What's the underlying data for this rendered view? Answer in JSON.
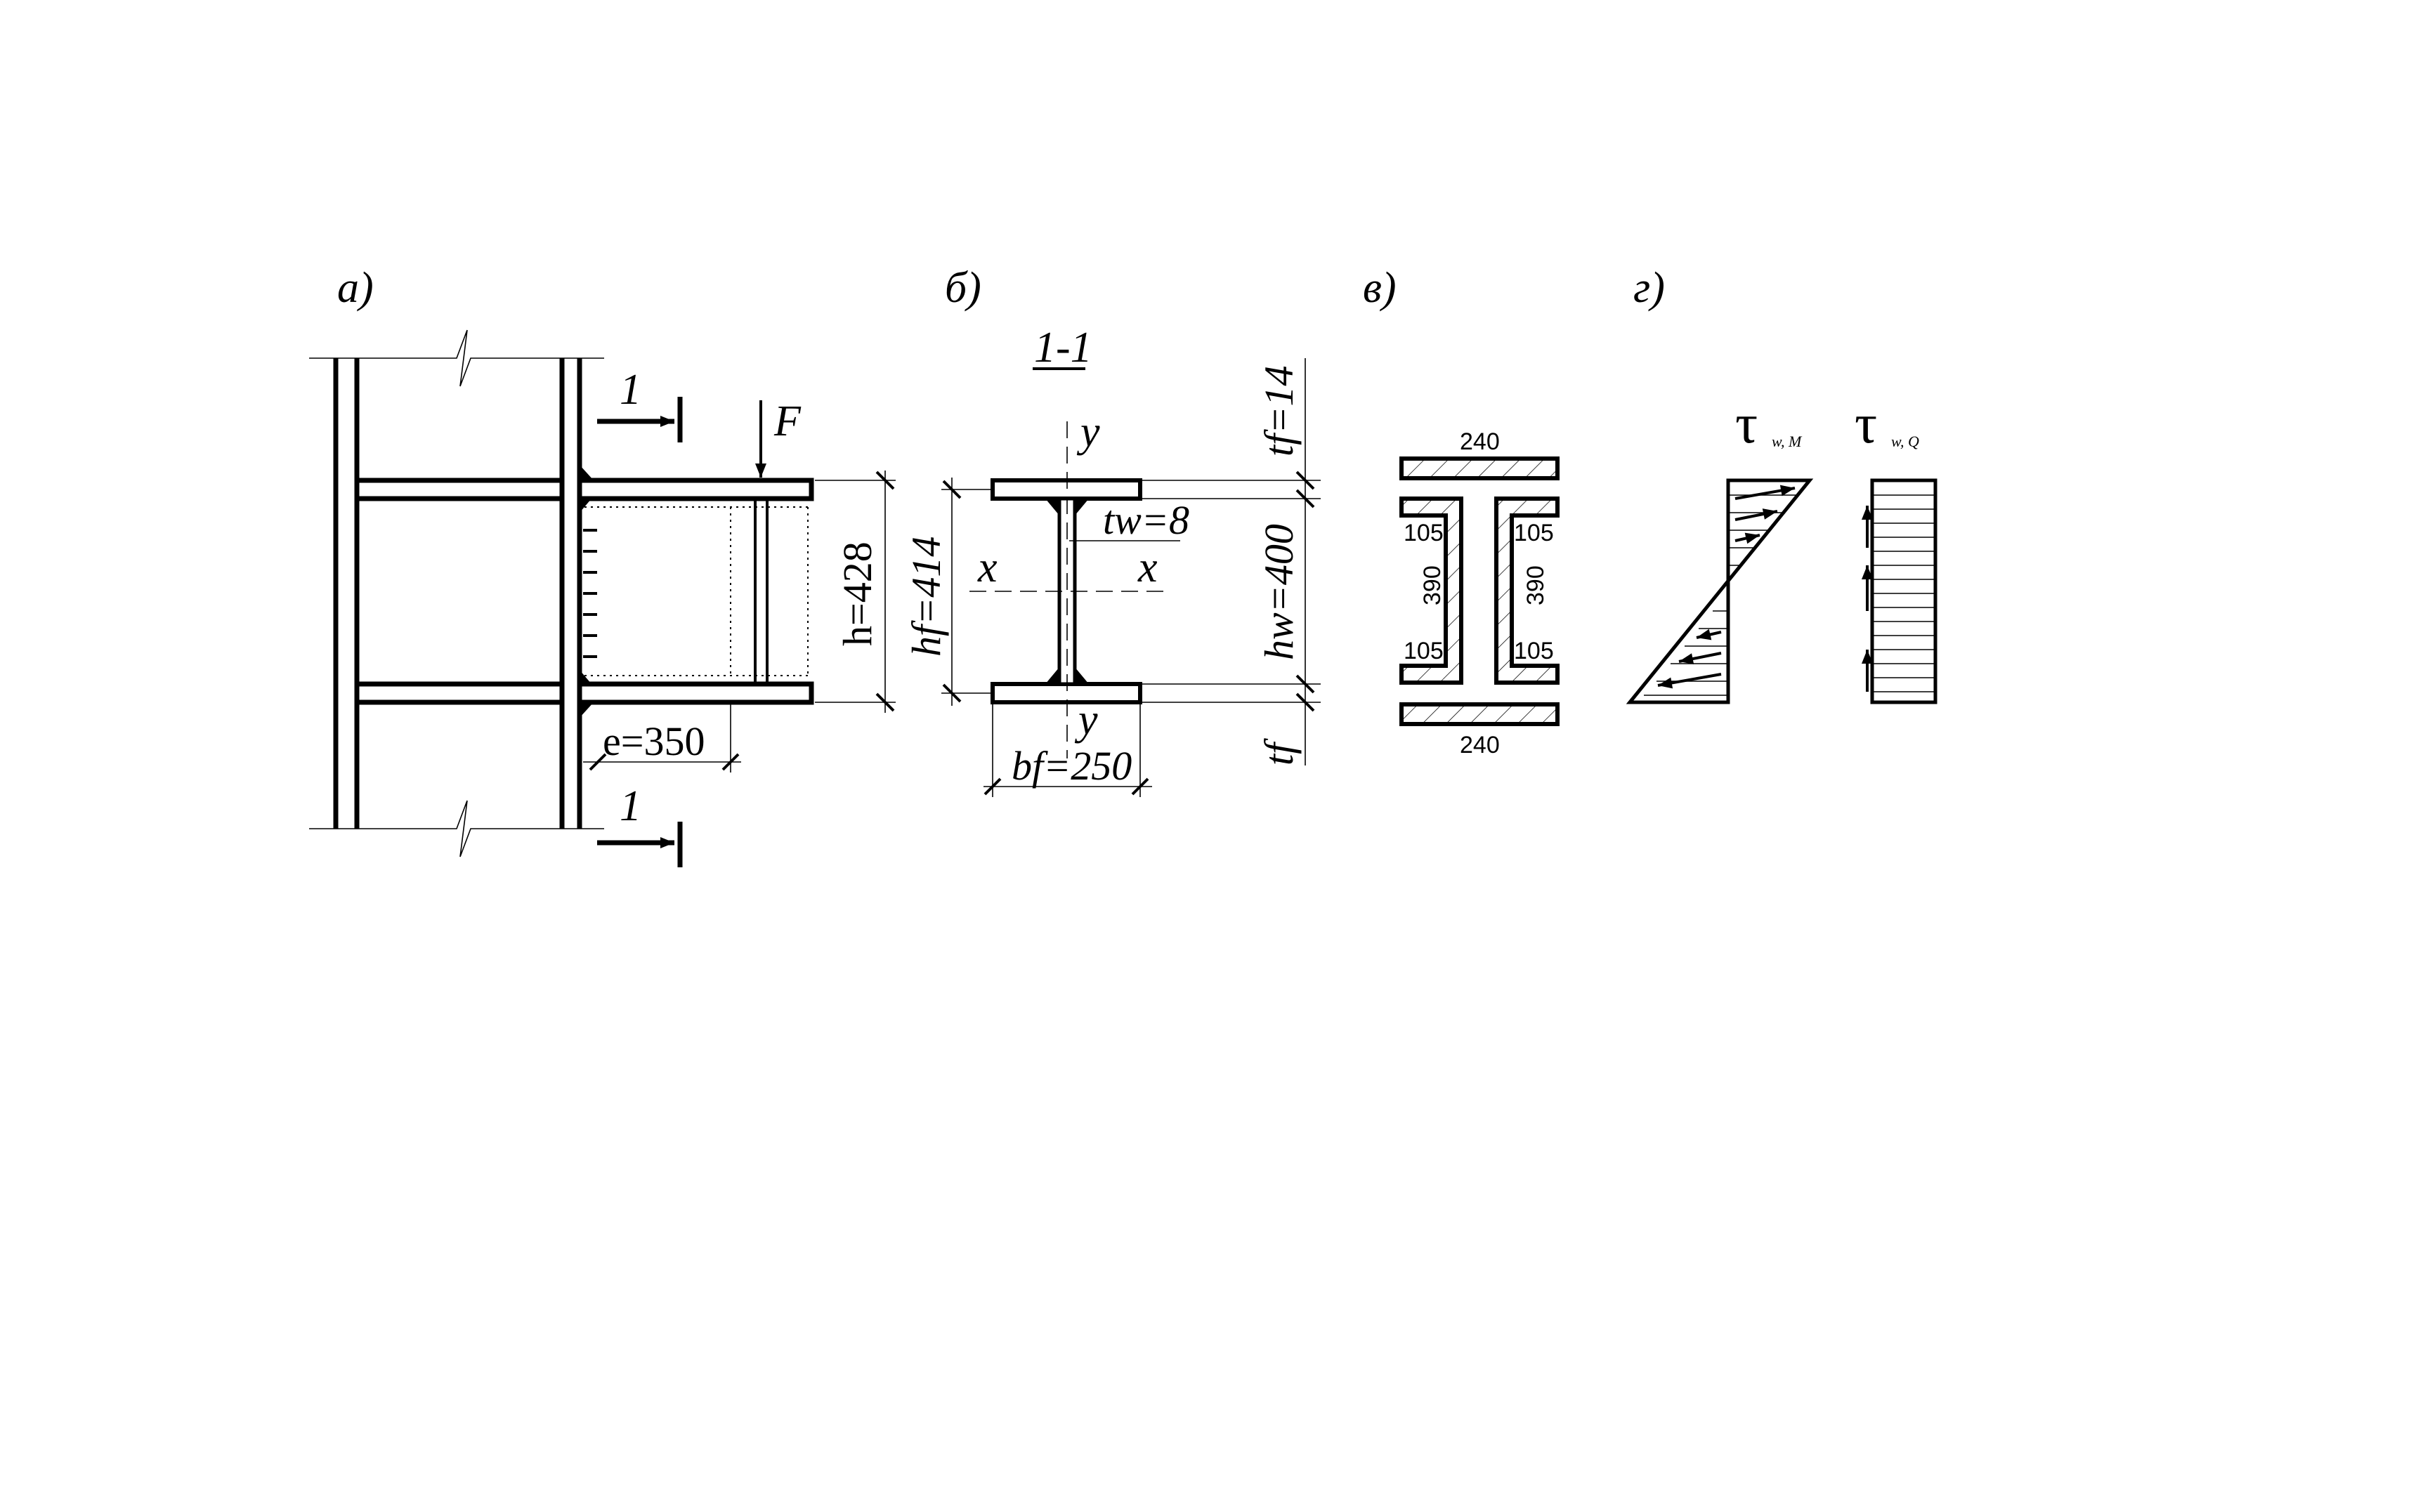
{
  "panels": {
    "a": "а)",
    "b": "б)",
    "v": "в)",
    "g": "г)"
  },
  "panel_a": {
    "section_mark_top": "1",
    "section_mark_bottom": "1",
    "force": "F",
    "height": "h=428",
    "eccentricity": "e=350"
  },
  "panel_b": {
    "section_title": "1-1",
    "axis_y_top": "y",
    "axis_y_bottom": "y",
    "axis_x_left": "x",
    "axis_x_right": "x",
    "web_thickness": "tw=8",
    "flange_centers": "hf=414",
    "flange_width": "bf=250",
    "flange_thickness_top": "tf=14",
    "web_height": "hw=400",
    "flange_thickness_bottom": "tf"
  },
  "panel_v": {
    "top_width": "240",
    "bottom_width": "240",
    "left_top": "105",
    "left_bottom": "105",
    "right_top": "105",
    "right_bottom": "105",
    "left_height": "390",
    "right_height": "390"
  },
  "panel_g": {
    "tau_m": "τ",
    "tau_m_sub": "w, M",
    "tau_q": "τ",
    "tau_q_sub": "w, Q"
  }
}
